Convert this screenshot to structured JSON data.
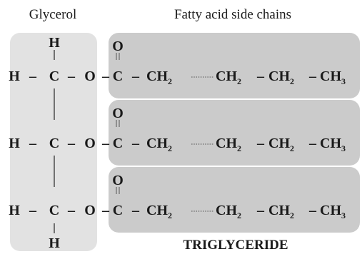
{
  "header": {
    "left_label": "Glycerol",
    "right_label": "Fatty acid side chains"
  },
  "glycerol": {
    "top_h": "H",
    "bottom_h": "H",
    "rows": [
      {
        "h": "H",
        "bond1": "–",
        "c": "C",
        "bond2": "–",
        "o": "O",
        "bond3": "–"
      },
      {
        "h": "H",
        "bond1": "–",
        "c": "C",
        "bond2": "–",
        "o": "O",
        "bond3": "–"
      },
      {
        "h": "H",
        "bond1": "–",
        "c": "C",
        "bond2": "–",
        "o": "O",
        "bond3": "–"
      }
    ]
  },
  "chains": [
    {
      "carbonyl_o": "O",
      "c": "C",
      "b1": "–",
      "ch2_a": "CH",
      "sub_a": "2",
      "ch2_b": "CH",
      "sub_b": "2",
      "b2": "–",
      "ch2_c": "CH",
      "sub_c": "2",
      "b3": "–",
      "ch3": "CH",
      "sub_d": "3"
    },
    {
      "carbonyl_o": "O",
      "c": "C",
      "b1": "–",
      "ch2_a": "CH",
      "sub_a": "2",
      "ch2_b": "CH",
      "sub_b": "2",
      "b2": "–",
      "ch2_c": "CH",
      "sub_c": "2",
      "b3": "–",
      "ch3": "CH",
      "sub_d": "3"
    },
    {
      "carbonyl_o": "O",
      "c": "C",
      "b1": "–",
      "ch2_a": "CH",
      "sub_a": "2",
      "ch2_b": "CH",
      "sub_b": "2",
      "b2": "–",
      "ch2_c": "CH",
      "sub_c": "2",
      "b3": "–",
      "ch3": "CH",
      "sub_d": "3"
    }
  ],
  "footer": {
    "label": "TRIGLYCERIDE"
  },
  "colors": {
    "glycerol_bg": "#e2e2e2",
    "chain_bg": "#cbcbcb",
    "text": "#1a1a1a",
    "bond": "#555555"
  }
}
